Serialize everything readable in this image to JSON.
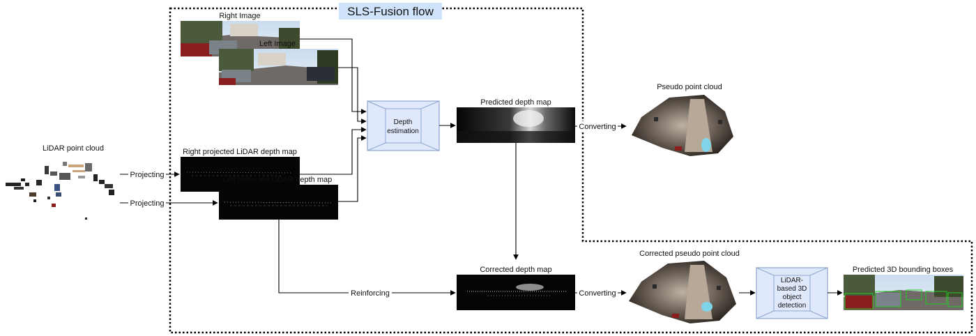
{
  "flow_title": "SLS-Fusion flow",
  "nodes": {
    "lidar_cloud": "LiDAR point cloud",
    "right_image": "Right Image",
    "left_image": "Left Image",
    "right_projected": "Right projected LiDAR depth map",
    "left_projected": "Left projected LiDAR depth map",
    "depth_estimation": [
      "Depth",
      "estimation"
    ],
    "predicted_depth": "Predicted depth map",
    "pseudo_cloud": "Pseudo point cloud",
    "corrected_depth": "Corrected depth map",
    "corrected_cloud": "Corrected pseudo point cloud",
    "detector": [
      "LiDAR-",
      "based 3D",
      "object",
      "detection"
    ],
    "predicted_boxes": "Predicted 3D bounding boxes"
  },
  "edges": {
    "projecting_right": "Projecting",
    "projecting_left": "Projecting",
    "converting_top": "Converting",
    "reinforcing": "Reinforcing",
    "converting_bottom": "Converting"
  },
  "colors": {
    "title_bg": "#cfe3fb",
    "box_fill": "#dfe9fb",
    "box_stroke": "#8ea6cf",
    "sky": "#aecbe8",
    "road": "#6f6a66",
    "car_red": "#8a1d1d",
    "box_green": "#22cc22",
    "depth_dark": "#0b0b0b"
  }
}
